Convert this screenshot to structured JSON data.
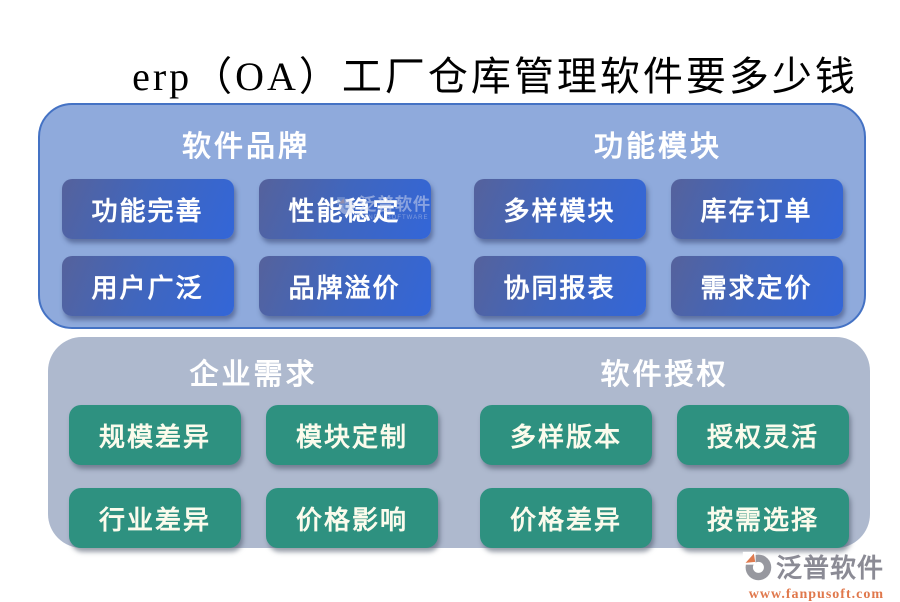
{
  "title": "erp（OA）工厂仓库管理软件要多少钱",
  "colors": {
    "title_text": "#000000",
    "top_panel_bg": "#8FAADC",
    "top_panel_border": "#4472C4",
    "blue_button": "#3366D8",
    "bottom_panel_bg": "#AEB9CE",
    "green_button": "#2E9180",
    "logo_brand_gray": "#8B8B95",
    "logo_url_orange": "#E0784C"
  },
  "panels": [
    {
      "sections": [
        {
          "header": "软件品牌",
          "buttons": [
            "功能完善",
            "性能稳定",
            "用户广泛",
            "品牌溢价"
          ]
        },
        {
          "header": "功能模块",
          "buttons": [
            "多样模块",
            "库存订单",
            "协同报表",
            "需求定价"
          ]
        }
      ]
    },
    {
      "sections": [
        {
          "header": "企业需求",
          "buttons": [
            "规模差异",
            "模块定制",
            "行业差异",
            "价格影响"
          ]
        },
        {
          "header": "软件授权",
          "buttons": [
            "多样版本",
            "授权灵活",
            "价格差异",
            "按需选择"
          ]
        }
      ]
    }
  ],
  "watermark": {
    "brand": "泛普软件",
    "sub": "FANPU SOFTWARE"
  },
  "logo": {
    "brand": "泛普软件",
    "url": "www.fanpusoft.com"
  }
}
